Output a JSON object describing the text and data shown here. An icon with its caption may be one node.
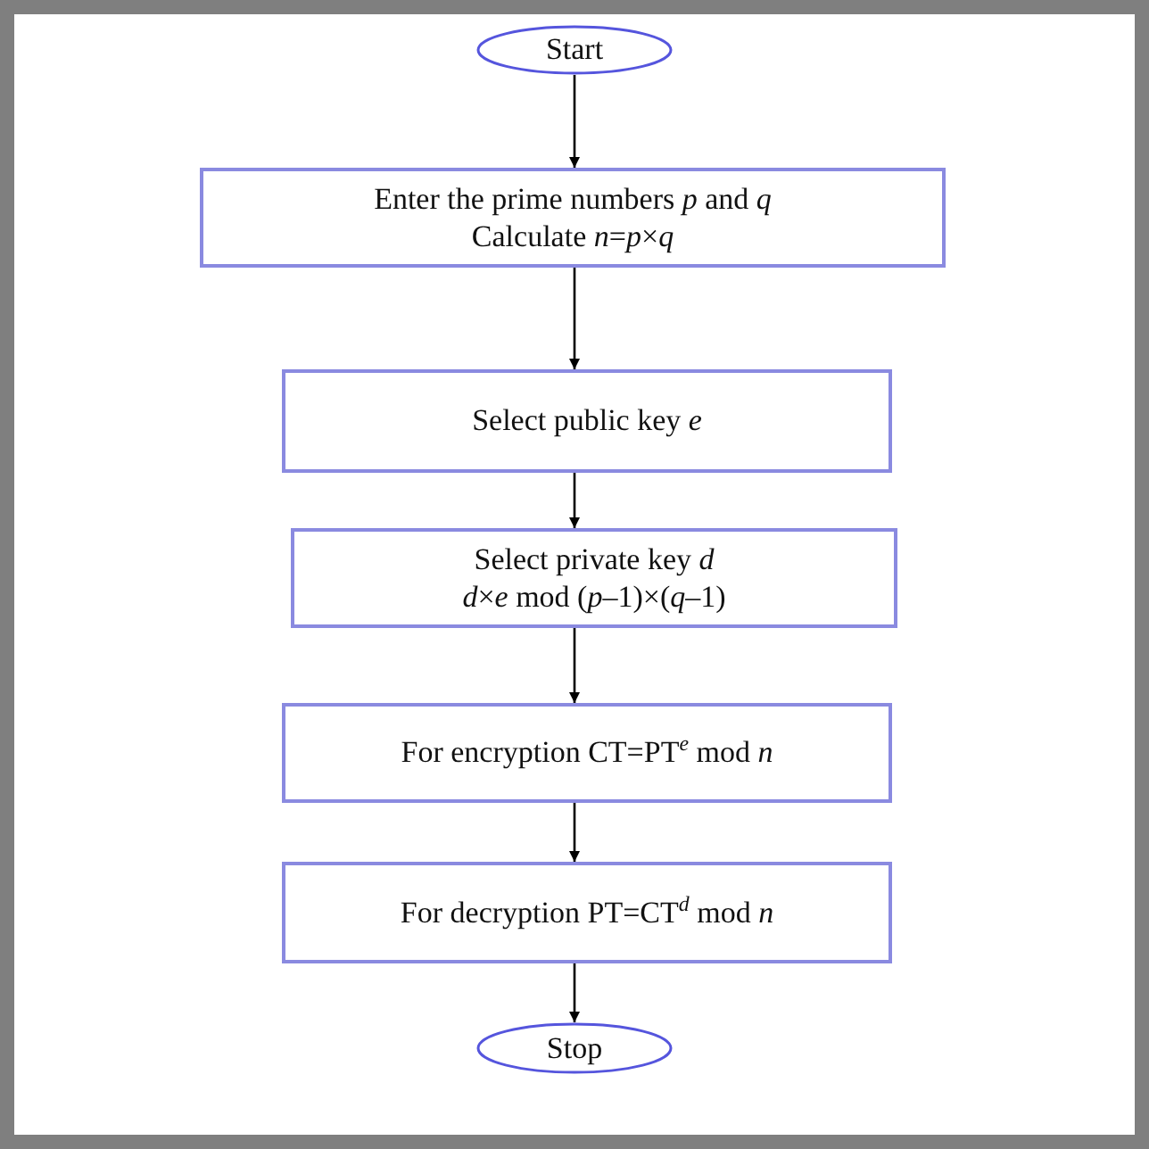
{
  "diagram": {
    "nodes": [
      {
        "text": [
          "Start"
        ]
      },
      {
        "text": [
          "Enter the prime numbers *p* and *q*",
          "Calculate *n*=*p*×*q*"
        ]
      },
      {
        "text": [
          "Select public key *e*"
        ]
      },
      {
        "text": [
          "Select private key *d*",
          "*d*×*e* mod (*p*–1)×(*q*–1)"
        ]
      },
      {
        "text": [
          "For encryption CT=PT$^{e}$ mod *n*"
        ]
      },
      {
        "text": [
          "For decryption PT=CT$^{d}$ mod *n*"
        ]
      },
      {
        "text": [
          "Stop"
        ]
      }
    ],
    "edges": [
      {
        "from": 0,
        "to": 1,
        "arrow": "to"
      },
      {
        "from": 1,
        "to": 2,
        "arrow": "to"
      },
      {
        "from": 2,
        "to": 3,
        "arrow": "to"
      },
      {
        "from": 3,
        "to": 4,
        "arrow": "to"
      },
      {
        "from": 4,
        "to": 5,
        "arrow": "to"
      },
      {
        "from": 5,
        "to": 6,
        "arrow": "to"
      }
    ]
  }
}
